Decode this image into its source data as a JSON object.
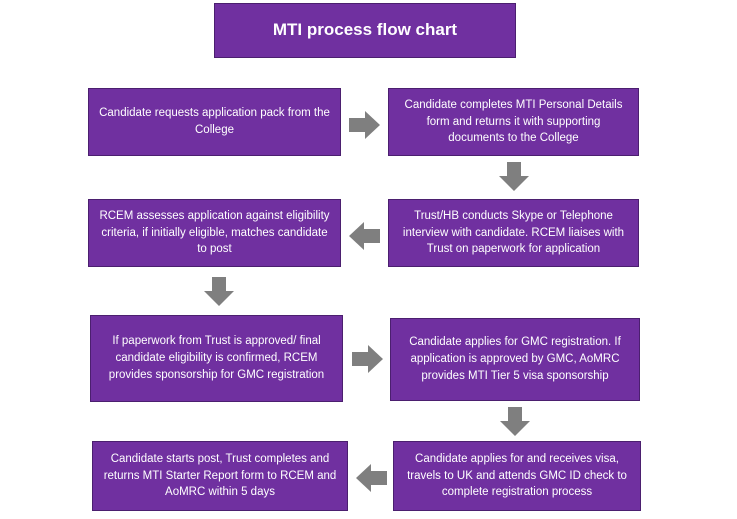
{
  "title": "MTI process flow chart",
  "steps": [
    {
      "text": "Candidate requests application pack from the College"
    },
    {
      "text": "Candidate completes MTI Personal Details form and returns it with supporting documents to the College"
    },
    {
      "text": "Trust/HB conducts Skype or Telephone interview with candidate. RCEM liaises with Trust on paperwork for application"
    },
    {
      "text": "RCEM assesses application against eligibility criteria, if initially eligible, matches candidate to post"
    },
    {
      "text": "If paperwork from Trust is approved/ final candidate eligibility is confirmed, RCEM provides sponsorship for GMC registration"
    },
    {
      "text": "Candidate applies for GMC registration. If application is approved by GMC, AoMRC provides MTI Tier 5 visa sponsorship"
    },
    {
      "text": "Candidate applies for and receives visa, travels to UK and attends GMC ID check to complete registration process"
    },
    {
      "text": "Candidate starts post, Trust completes and returns MTI Starter Report form to RCEM and AoMRC within 5 days"
    }
  ],
  "colors": {
    "box": "#7030a0",
    "text": "#ffffff",
    "arrow": "#7f7f7f"
  }
}
